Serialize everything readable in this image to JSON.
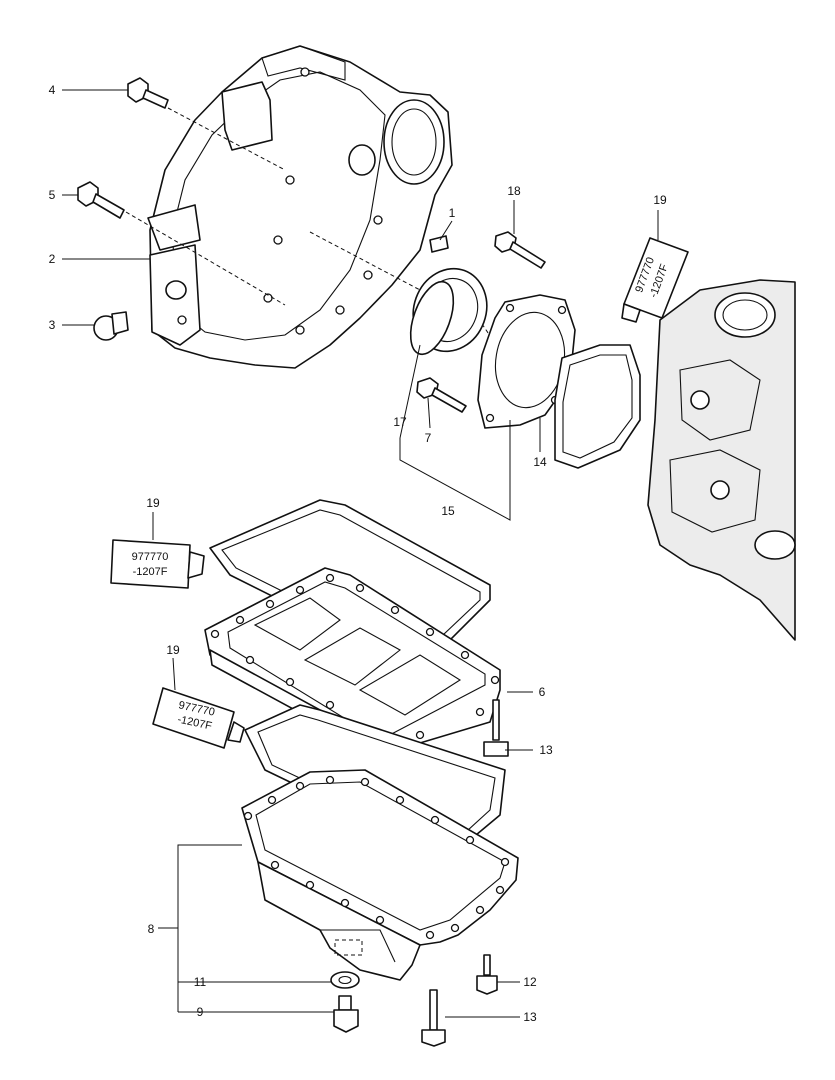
{
  "callouts": {
    "c1": "1",
    "c2": "2",
    "c3": "3",
    "c4": "4",
    "c5": "5",
    "c6": "6",
    "c7": "7",
    "c8": "8",
    "c9": "9",
    "c11": "11",
    "c12": "12",
    "c13a": "13",
    "c13b": "13",
    "c14": "14",
    "c15": "15",
    "c17": "17",
    "c18": "18",
    "c19a": "19",
    "c19b": "19",
    "c19c": "19"
  },
  "sealant": {
    "part_line1": "977770",
    "part_line2": "-1207F"
  }
}
